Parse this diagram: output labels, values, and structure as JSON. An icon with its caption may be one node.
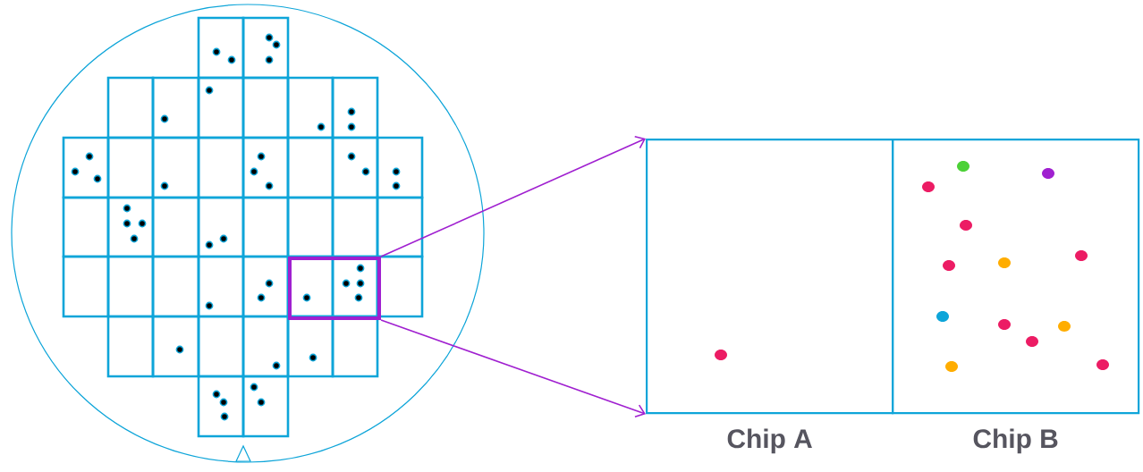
{
  "diagram": {
    "nodes": [
      {
        "text": [],
        "shape": "box"
      },
      {
        "text": [
          "Chip A"
        ]
      },
      {
        "text": [
          "Chip B"
        ]
      }
    ],
    "edges": [
      {
        "from": 0,
        "to": 1,
        "arrow": "to"
      },
      {
        "from": 0,
        "to": 1,
        "arrow": "to"
      }
    ]
  }
}
